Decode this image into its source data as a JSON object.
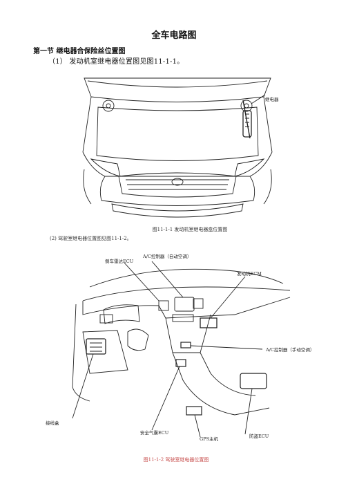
{
  "page": {
    "title": "全车电路图",
    "section": "第一节 继电器合保险丝位置图",
    "item1": "（1） 发动机室继电器位置图见图11-1-1。",
    "caption1": "图11-1-1  发动机室继电器盒位置图",
    "item2": "(2)    驾驶室继电器位置图见图11-1-2。",
    "caption2": "图11-1-2  驾驶室继电器位置图"
  },
  "figure1": {
    "label_relay": "继电器"
  },
  "figure2": {
    "label_reverse_radar": "倒车雷达ECU",
    "label_ac_auto": "A/C控制器（自动空调）",
    "label_engine_ecm": "发动机ECM",
    "label_ac_manual": "A/C控制器（手动空调）",
    "label_junction": "接线盒",
    "label_airbag": "安全气囊ECU",
    "label_gps": "GPS主机",
    "label_antitheft": "防盗ECU"
  }
}
